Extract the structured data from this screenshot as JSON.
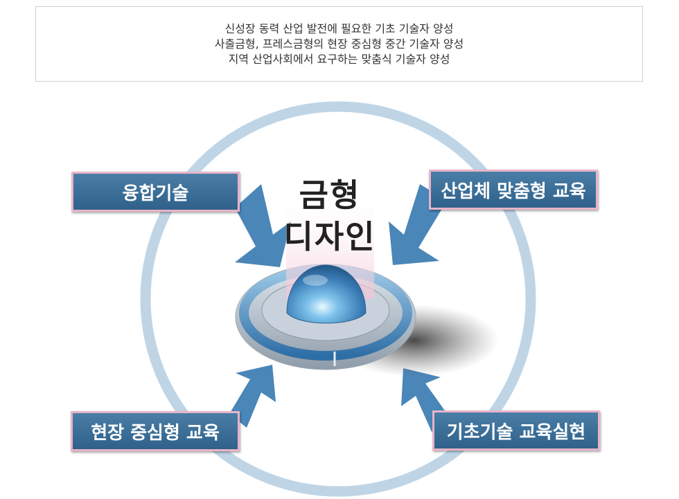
{
  "intro": {
    "lines": [
      "신성장 동력 산업 발전에 필요한 기초 기술자 양성",
      "사출금형, 프레스금형의 현장 중심형 중간 기술자 양성",
      "지역 산업사회에서 요구하는 맞춤식 기술자 양성"
    ]
  },
  "diagram": {
    "center": {
      "line1": "금형",
      "line2": "디자인"
    },
    "labels": {
      "top_left": "융합기술",
      "top_right": "산업체 맞춤형 교육",
      "bottom_left": "현장 중심형 교육",
      "bottom_right": "기초기술 교육실현"
    },
    "colors": {
      "box": "#3a6d96",
      "box_border": "#e8b4c8",
      "arrow": "#4a86b8",
      "ring": "#bfd5e6"
    }
  }
}
